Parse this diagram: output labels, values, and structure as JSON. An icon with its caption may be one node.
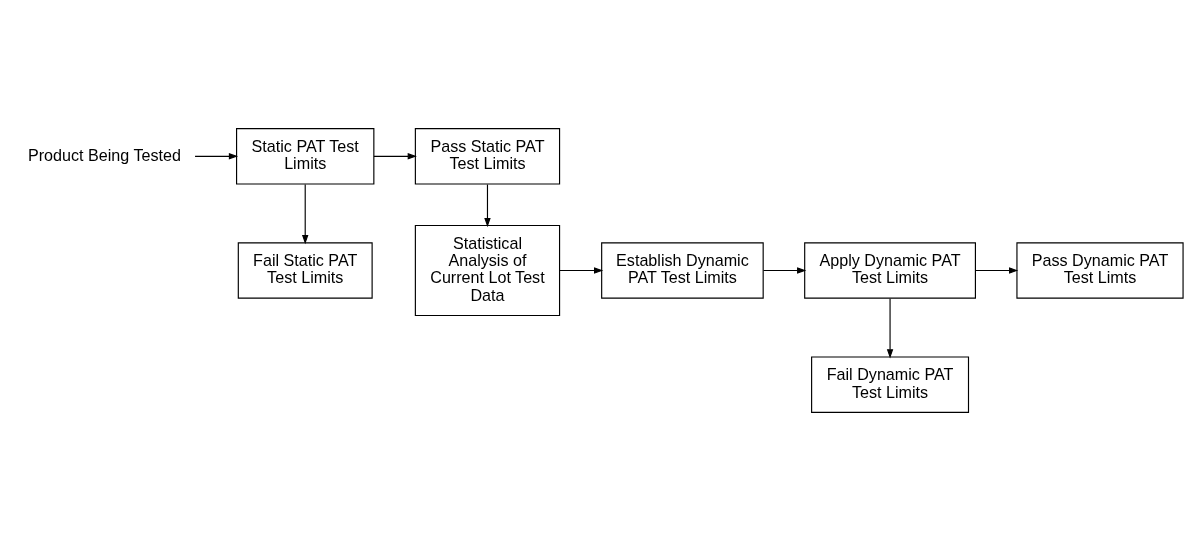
{
  "diagram": {
    "nodes": [
      {
        "text": [
          "Product Being Tested"
        ]
      },
      {
        "text": [
          "Static PAT Test Limits"
        ]
      },
      {
        "text": [
          "Pass Static PAT Test Limits"
        ]
      },
      {
        "text": [
          "Fail Static PAT Test Limits"
        ]
      },
      {
        "text": [
          "Statistical Analysis of Current Lot Test Data"
        ]
      },
      {
        "text": [
          "Establish Dynamic PAT Test Limits"
        ]
      },
      {
        "text": [
          "Apply Dynamic PAT Test Limits"
        ]
      },
      {
        "text": [
          "Pass Dynamic PAT Test Limts"
        ]
      },
      {
        "text": [
          "Fail Dynamic PAT Test Limits"
        ]
      }
    ],
    "edges": [
      {
        "from": 0,
        "to": 1,
        "arrow": "to"
      },
      {
        "from": 1,
        "to": 2,
        "arrow": "to"
      },
      {
        "from": 1,
        "to": 3,
        "arrow": "to"
      },
      {
        "from": 2,
        "to": 4,
        "arrow": "to"
      },
      {
        "from": 4,
        "to": 5,
        "arrow": "to"
      },
      {
        "from": 5,
        "to": 6,
        "arrow": "to"
      },
      {
        "from": 6,
        "to": 7,
        "arrow": "to"
      },
      {
        "from": 6,
        "to": 8,
        "arrow": "to"
      }
    ]
  }
}
